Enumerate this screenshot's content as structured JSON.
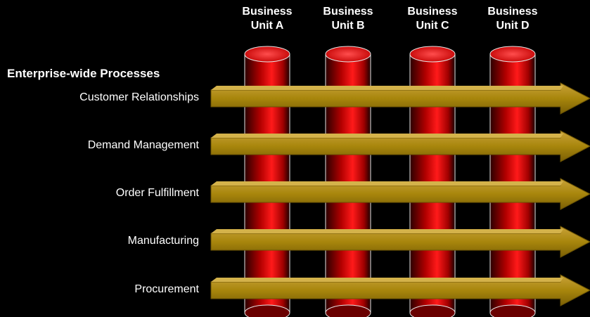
{
  "business_units": [
    {
      "line1": "Business",
      "line2": "Unit A"
    },
    {
      "line1": "Business",
      "line2": "Unit B"
    },
    {
      "line1": "Business",
      "line2": "Unit C"
    },
    {
      "line1": "Business",
      "line2": "Unit D"
    }
  ],
  "section_title": "Enterprise-wide Processes",
  "processes": [
    "Customer Relationships",
    "Demand Management",
    "Order Fulfillment",
    "Manufacturing",
    "Procurement"
  ],
  "colors": {
    "background": "#000000",
    "cylinder_red": "#cc0000",
    "arrow_gold": "#a8860c",
    "text": "#ffffff"
  }
}
